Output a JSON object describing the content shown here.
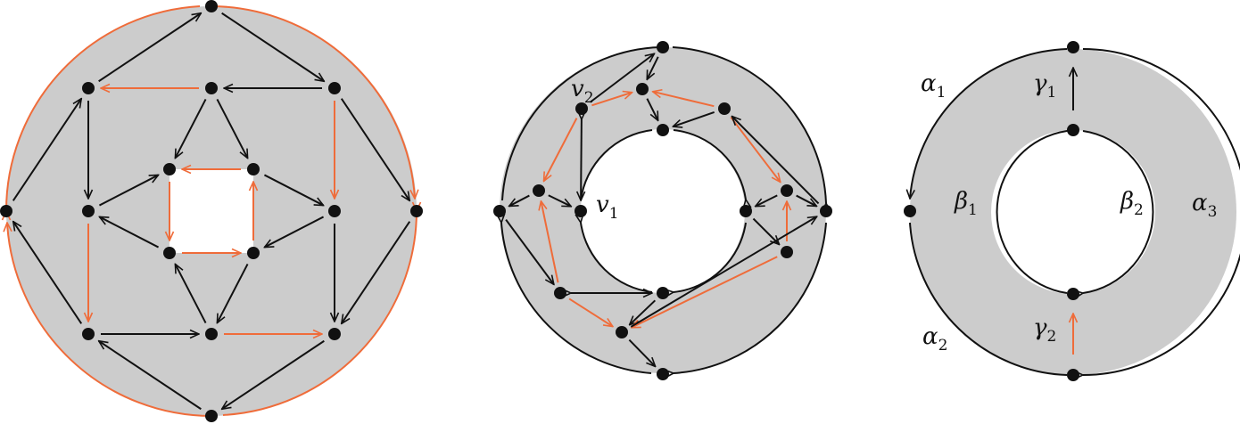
{
  "colors": {
    "region_fill": "#cccccc",
    "hole_fill": "#ffffff",
    "edge_black": "#111111",
    "edge_orange": "#ef6c3a",
    "vertex": "#111111"
  },
  "labels": {
    "v1": {
      "base": "v",
      "sub": "1"
    },
    "v2": {
      "base": "v",
      "sub": "2"
    },
    "alpha1": {
      "base": "α",
      "sub": "1"
    },
    "alpha2": {
      "base": "α",
      "sub": "2"
    },
    "alpha3": {
      "base": "α",
      "sub": "3"
    },
    "beta1": {
      "base": "β",
      "sub": "1"
    },
    "beta2": {
      "base": "β",
      "sub": "2"
    },
    "gamma1": {
      "base": "γ",
      "sub": "1"
    },
    "gamma2": {
      "base": "γ",
      "sub": "2"
    }
  }
}
